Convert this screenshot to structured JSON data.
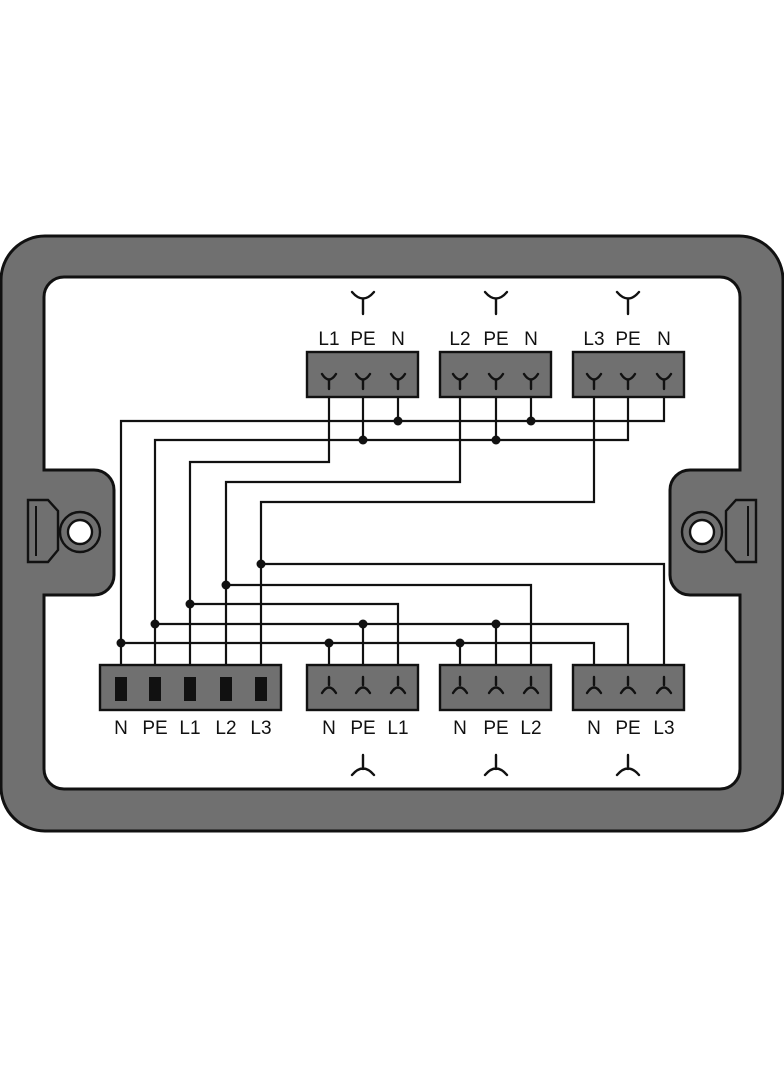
{
  "input_connector": {
    "labels": [
      "N",
      "PE",
      "L1",
      "L2",
      "L3"
    ]
  },
  "top_connectors": [
    {
      "labels": [
        "L1",
        "PE",
        "N"
      ]
    },
    {
      "labels": [
        "L2",
        "PE",
        "N"
      ]
    },
    {
      "labels": [
        "L3",
        "PE",
        "N"
      ]
    }
  ],
  "bottom_connectors": [
    {
      "labels": [
        "N",
        "PE",
        "L1"
      ]
    },
    {
      "labels": [
        "N",
        "PE",
        "L2"
      ]
    },
    {
      "labels": [
        "N",
        "PE",
        "L3"
      ]
    }
  ],
  "colors": {
    "housing": "#707070",
    "outline": "#111111",
    "background": "#ffffff"
  }
}
